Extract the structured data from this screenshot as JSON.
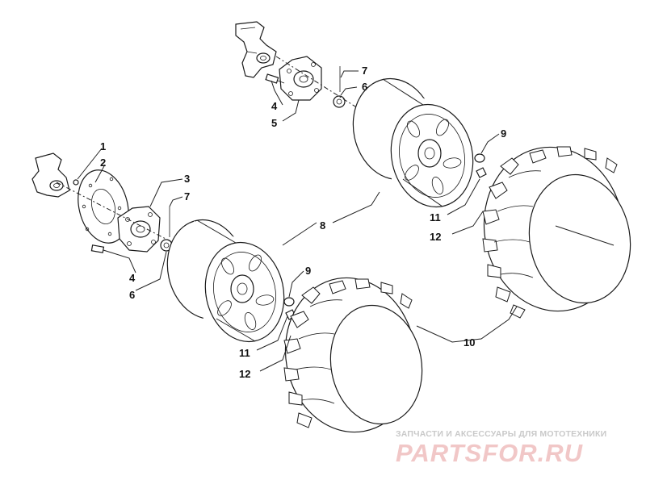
{
  "callouts": [
    {
      "id": "c1",
      "text": "1"
    },
    {
      "id": "c2",
      "text": "2"
    },
    {
      "id": "c3",
      "text": "3"
    },
    {
      "id": "c7a",
      "text": "7"
    },
    {
      "id": "c4a",
      "text": "4"
    },
    {
      "id": "c6a",
      "text": "6"
    },
    {
      "id": "c7b",
      "text": "7"
    },
    {
      "id": "c6b",
      "text": "6"
    },
    {
      "id": "c4b",
      "text": "4"
    },
    {
      "id": "c5",
      "text": "5"
    },
    {
      "id": "c8",
      "text": "8"
    },
    {
      "id": "c9a",
      "text": "9"
    },
    {
      "id": "c11a",
      "text": "11"
    },
    {
      "id": "c12a",
      "text": "12"
    },
    {
      "id": "c9b",
      "text": "9"
    },
    {
      "id": "c11b",
      "text": "11"
    },
    {
      "id": "c12b",
      "text": "12"
    },
    {
      "id": "c10",
      "text": "10"
    }
  ],
  "watermark": {
    "tagline": "ЗАПЧАСТИ И АКСЕССУАРЫ ДЛЯ МОТОТЕХНИКИ",
    "brand": "PARTSFOR.RU",
    "color": "#f1c7c7"
  }
}
